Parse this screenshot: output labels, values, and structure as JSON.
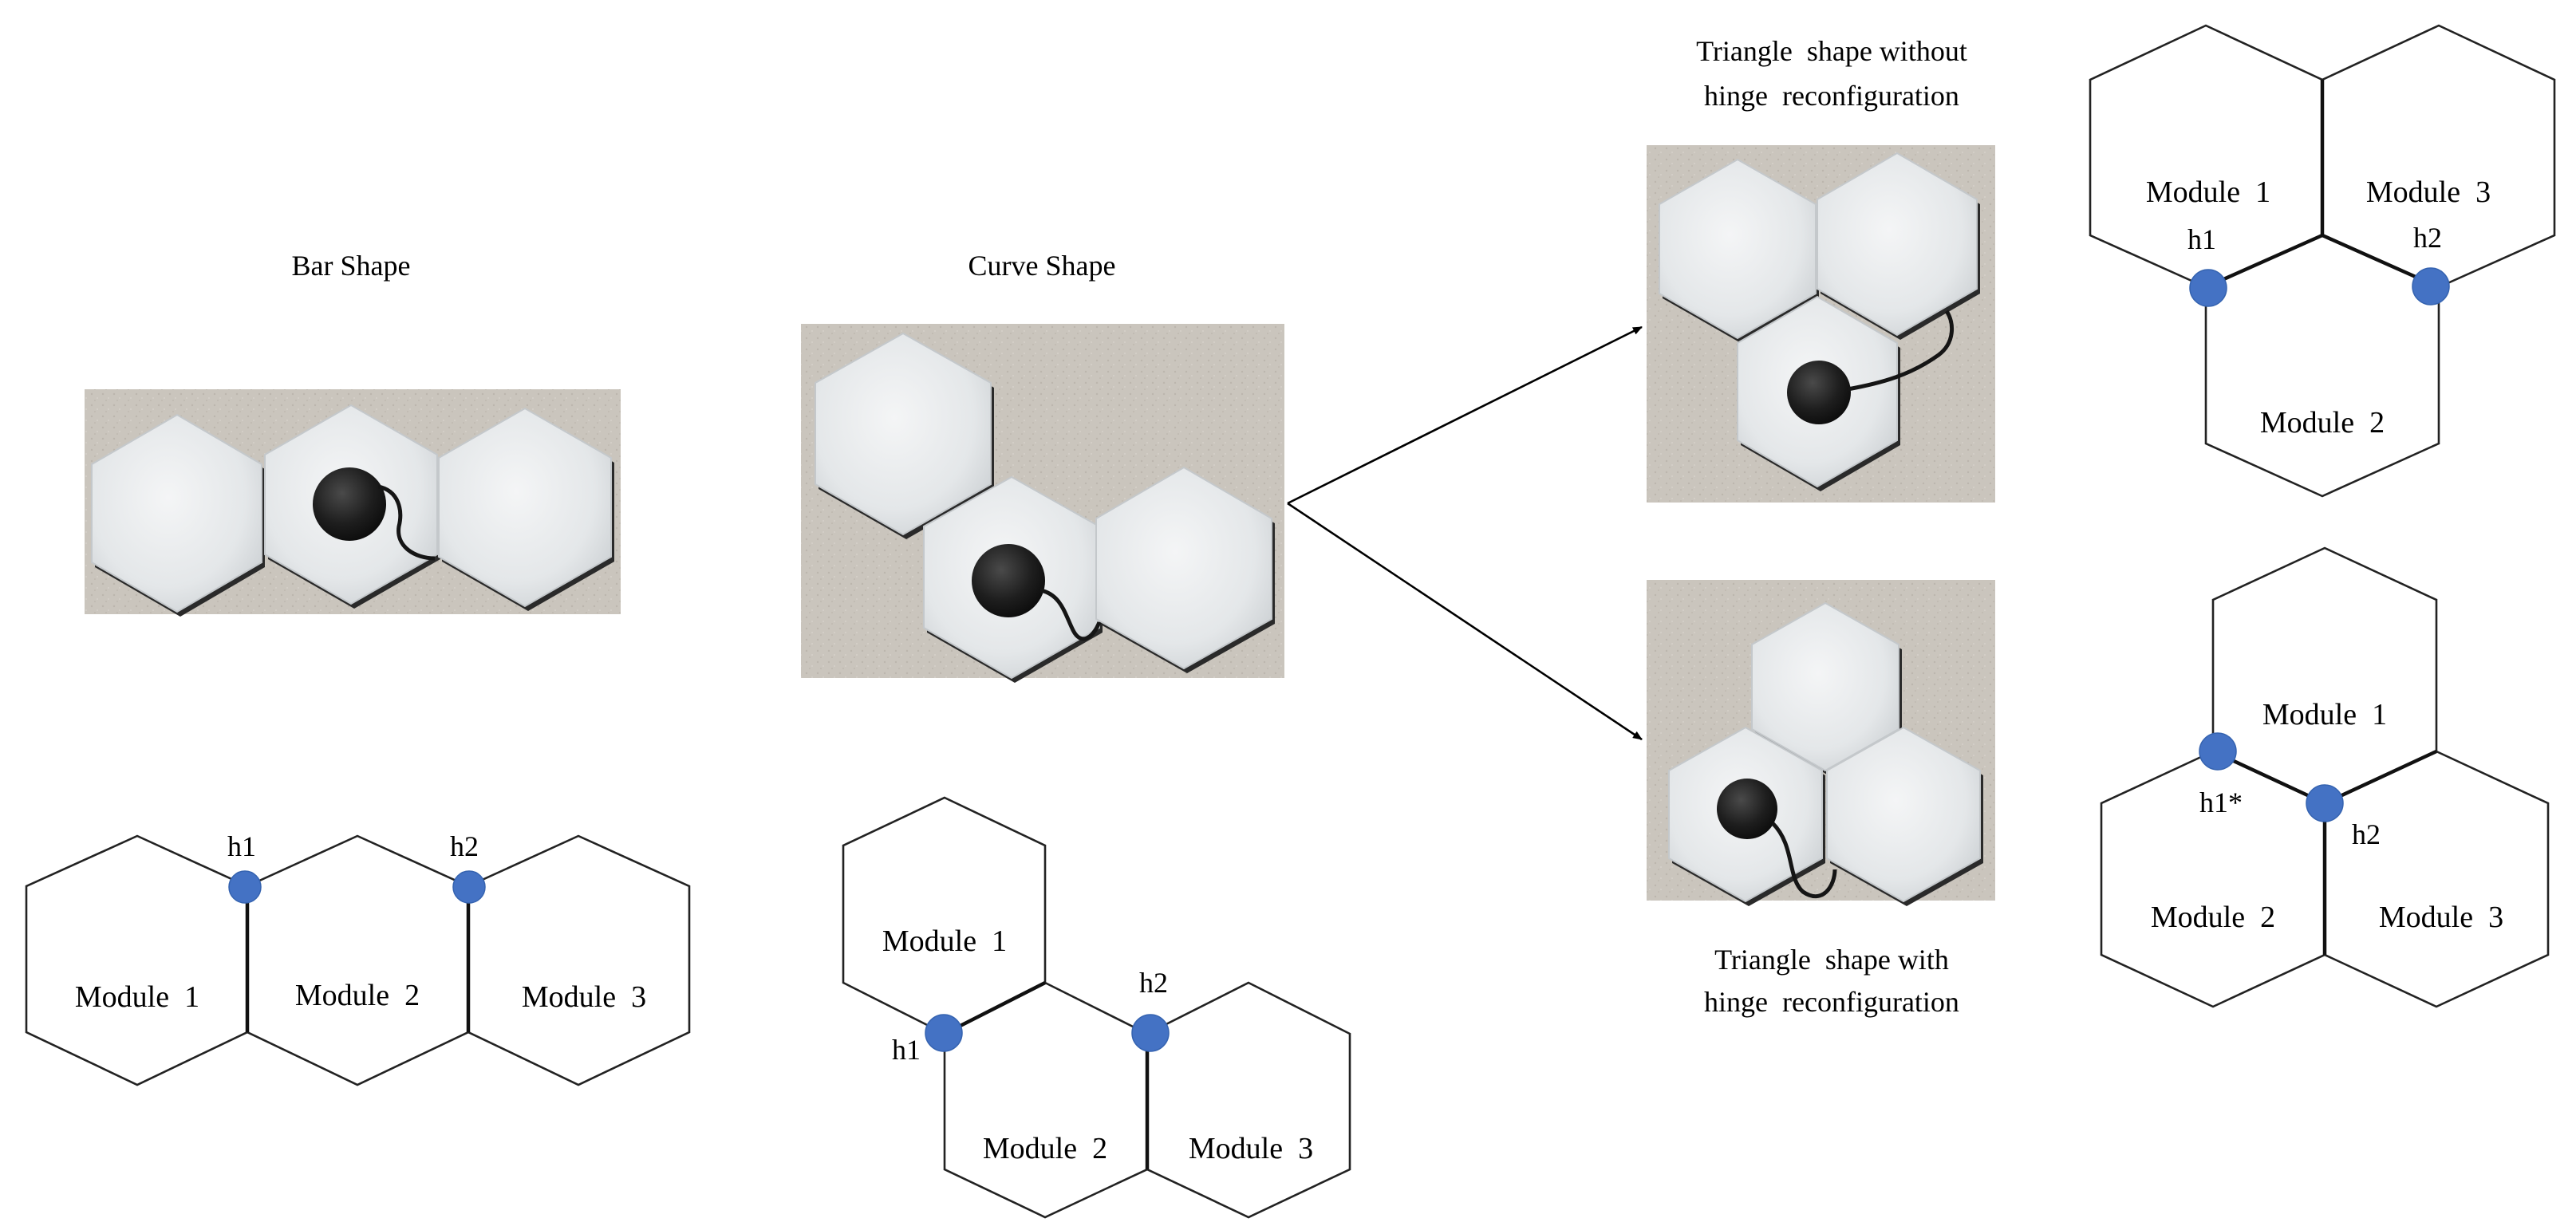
{
  "bar": {
    "caption": "Bar Shape",
    "modules": [
      "Module  1",
      "Module  2",
      "Module  3"
    ],
    "hinges": [
      "h1",
      "h2"
    ]
  },
  "curve": {
    "caption": "Curve Shape",
    "modules": [
      "Module  1",
      "Module  2",
      "Module  3"
    ],
    "hinges": [
      "h1",
      "h2"
    ]
  },
  "triangle_no_reconfig": {
    "caption_line1": "Triangle  shape without",
    "caption_line2": "hinge  reconfiguration",
    "modules": [
      "Module  1",
      "Module  2",
      "Module  3"
    ],
    "hinges": [
      "h1",
      "h2"
    ]
  },
  "triangle_reconfig": {
    "caption_line1": "Triangle  shape with",
    "caption_line2": "hinge  reconfiguration",
    "modules": [
      "Module  1",
      "Module  2",
      "Module  3"
    ],
    "hinges": [
      "h1*",
      "h2"
    ]
  },
  "colors": {
    "hinge": "#4472c4",
    "panel": "#eceeef",
    "tabletop": "#c9c4bc",
    "controller": "#1c1c1c"
  }
}
